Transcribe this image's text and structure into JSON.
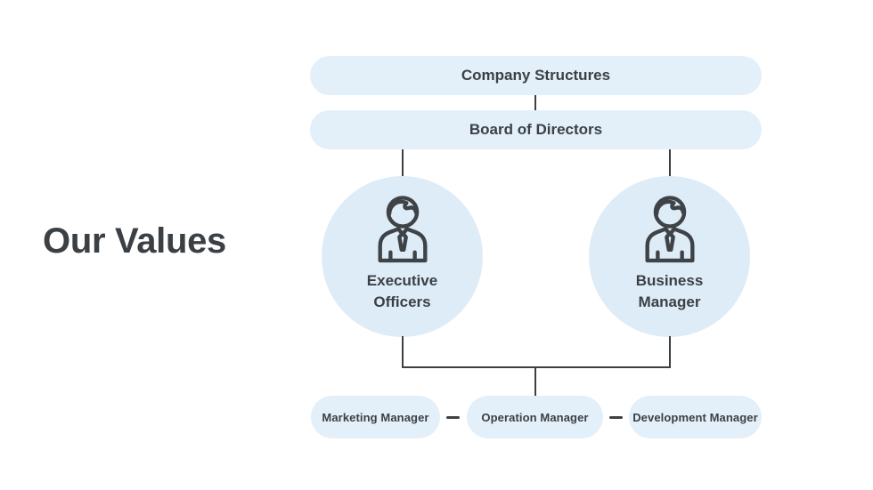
{
  "slide": {
    "title": "Our Values",
    "background_color": "#ffffff"
  },
  "diagram": {
    "title_node": {
      "label": "Company Structures"
    },
    "board_node": {
      "label": "Board of Directors"
    },
    "circles": [
      {
        "label": "Executive\nOfficers",
        "icon": "businessman-icon"
      },
      {
        "label": "Business\nManager",
        "icon": "businessman-icon"
      }
    ],
    "bottom_nodes": [
      {
        "label": "Marketing Manager"
      },
      {
        "label": "Operation Manager"
      },
      {
        "label": "Development Manager"
      }
    ],
    "colors": {
      "node_fill": "#e3f0fa",
      "circle_fill": "#deecf8",
      "connector_line": "#3c4043",
      "text": "#3b4045",
      "icon_stroke": "#3e4347"
    }
  }
}
